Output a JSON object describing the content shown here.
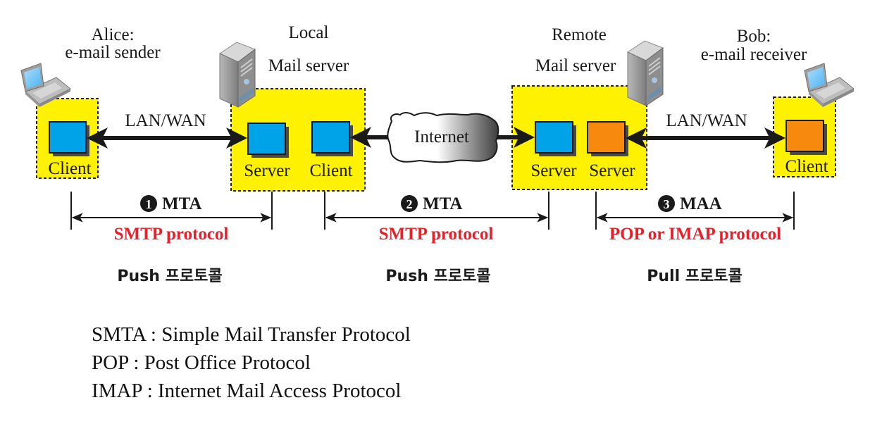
{
  "nodes": {
    "alice": {
      "name": "Alice:",
      "role": "e-mail sender",
      "box_label": "Client"
    },
    "local_server": {
      "title": "Local",
      "subtitle": "Mail server",
      "left_label": "Server",
      "right_label": "Client"
    },
    "internet": {
      "label": "Internet"
    },
    "remote_server": {
      "title": "Remote",
      "subtitle": "Mail server",
      "left_label": "Server",
      "right_label": "Server"
    },
    "bob": {
      "name": "Bob:",
      "role": "e-mail receiver",
      "box_label": "Client"
    }
  },
  "links": {
    "left": "LAN/WAN",
    "right": "LAN/WAN"
  },
  "stages": [
    {
      "number": "1",
      "agent": "MTA",
      "protocol": "SMTP protocol",
      "mode": "Push 프로토콜"
    },
    {
      "number": "2",
      "agent": "MTA",
      "protocol": "SMTP protocol",
      "mode": "Push 프로토콜"
    },
    {
      "number": "3",
      "agent": "MAA",
      "protocol": "POP or IMAP protocol",
      "mode": "Pull 프로토콜"
    }
  ],
  "legend": [
    "SMTA : Simple Mail Transfer Protocol",
    "POP : Post Office Protocol",
    "IMAP : Internet Mail Access Protocol"
  ],
  "colors": {
    "zone_fill": "#fff200",
    "client_blue": "#00a3e8",
    "server_orange": "#f7890f",
    "protocol_red": "#e8202a",
    "arrow": "#1a1a1a"
  }
}
